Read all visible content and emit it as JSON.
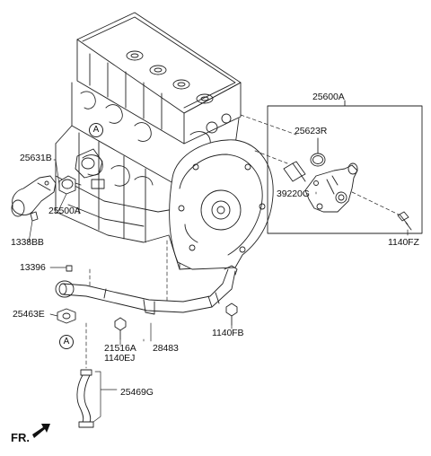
{
  "parts": {
    "p25600A": "25600A",
    "p25623R": "25623R",
    "p39220G": "39220G",
    "p1140FZ": "1140FZ",
    "p25631B": "25631B",
    "p25500A": "25500A",
    "p1338BB": "1338BB",
    "p13396": "13396",
    "p25463E": "25463E",
    "p21516A": "21516A",
    "p1140EJ": "1140EJ",
    "p28483": "28483",
    "p1140FB": "1140FB",
    "p25469G": "25469G"
  },
  "markers": {
    "a_top": "A",
    "a_bottom": "A"
  },
  "direction": "FR."
}
